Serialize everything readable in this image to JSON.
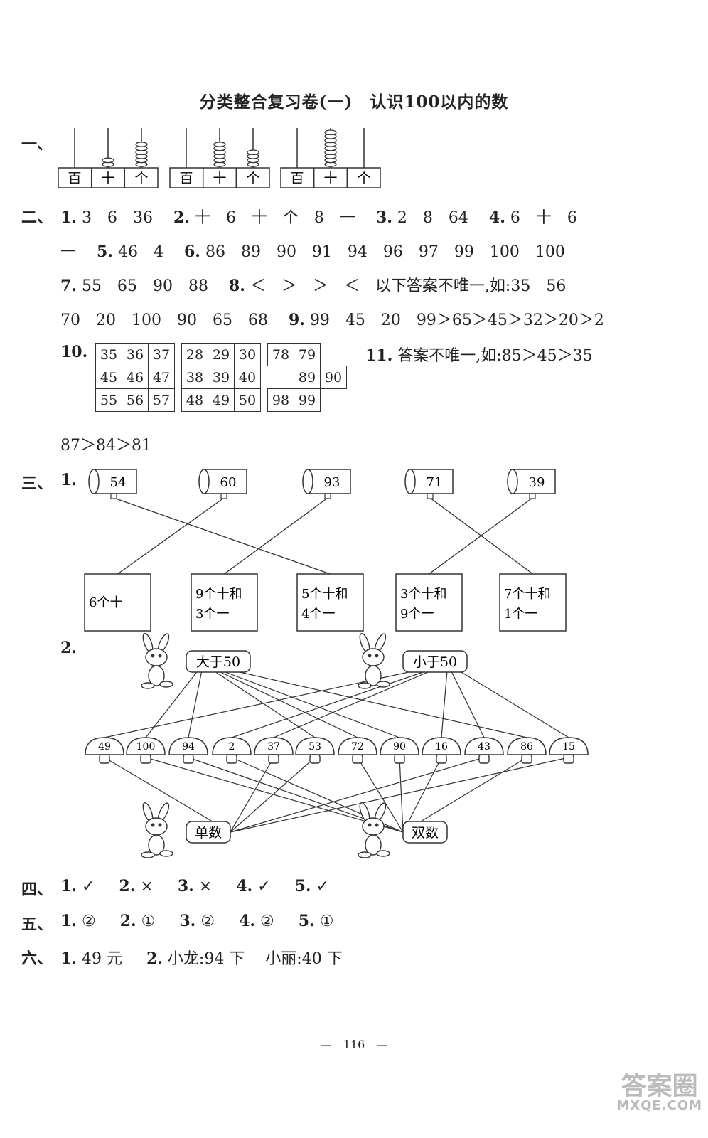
{
  "title": "分类整合复习卷(一)　认识100以内的数",
  "sections": {
    "s1": "一、",
    "s2": "二、",
    "s3": "三、",
    "s4": "四、",
    "s5": "五、",
    "s6": "六、"
  },
  "abacus": {
    "labels": [
      "百",
      "十",
      "个"
    ],
    "counters": [
      {
        "hundreds": 0,
        "tens": 2,
        "ones": 6
      },
      {
        "hundreds": 0,
        "tens": 6,
        "ones": 4
      },
      {
        "hundreds": 0,
        "tens": 9,
        "ones": 0
      }
    ]
  },
  "part2": {
    "line1": [
      {
        "num": "1.",
        "text": "3　6　36"
      },
      {
        "num": "2.",
        "text": "十　6　十　个　8　一"
      },
      {
        "num": "3.",
        "text": "2　8　64"
      },
      {
        "num": "4.",
        "text": "6　十　6"
      }
    ],
    "line2": [
      {
        "num": "",
        "text": "一"
      },
      {
        "num": "5.",
        "text": "46　4"
      },
      {
        "num": "6.",
        "text": "86　89　90　91　94　96　97　99　100　100"
      }
    ],
    "line3": [
      {
        "num": "7.",
        "text": "55　65　90　88"
      },
      {
        "num": "8.",
        "text": "＜　＞　＞　＜　以下答案不唯一,如:35　56"
      }
    ],
    "line4": [
      {
        "num": "",
        "text": "70　20　100　90　65　68"
      },
      {
        "num": "9.",
        "text": "99　45　20　99＞65＞45＞32＞20＞2"
      }
    ],
    "q10_label": "10.",
    "grid1": [
      [
        "35",
        "36",
        "37"
      ],
      [
        "45",
        "46",
        "47"
      ],
      [
        "55",
        "56",
        "57"
      ]
    ],
    "grid2": [
      [
        "28",
        "29",
        "30"
      ],
      [
        "38",
        "39",
        "40"
      ],
      [
        "48",
        "49",
        "50"
      ]
    ],
    "grid3": [
      [
        "78",
        "79",
        ""
      ],
      [
        "",
        "89",
        "90"
      ],
      [
        "98",
        "99",
        ""
      ]
    ],
    "q11_label": "11.",
    "q11_text": "答案不唯一,如:85＞45＞35",
    "q11_cont": "87＞84＞81"
  },
  "part3": {
    "q1_label": "1.",
    "drums": [
      "54",
      "60",
      "93",
      "71",
      "39"
    ],
    "boxes": [
      [
        "6个十"
      ],
      [
        "9个十和",
        "3个一"
      ],
      [
        "5个十和",
        "4个一"
      ],
      [
        "3个十和",
        "9个一"
      ],
      [
        "7个十和",
        "1个一"
      ]
    ],
    "q2_label": "2.",
    "rabbit_labels": {
      "greater": "大于50",
      "less": "小于50",
      "odd": "单数",
      "even": "双数"
    },
    "mushrooms": [
      "49",
      "100",
      "94",
      "2",
      "37",
      "53",
      "72",
      "90",
      "16",
      "43",
      "86",
      "15"
    ]
  },
  "part4": [
    {
      "num": "1.",
      "ans": "✓"
    },
    {
      "num": "2.",
      "ans": "×"
    },
    {
      "num": "3.",
      "ans": "×"
    },
    {
      "num": "4.",
      "ans": "✓"
    },
    {
      "num": "5.",
      "ans": "✓"
    }
  ],
  "part5": [
    {
      "num": "1.",
      "ans": "②"
    },
    {
      "num": "2.",
      "ans": "①"
    },
    {
      "num": "3.",
      "ans": "②"
    },
    {
      "num": "4.",
      "ans": "②"
    },
    {
      "num": "5.",
      "ans": "①"
    }
  ],
  "part6": [
    {
      "num": "1.",
      "ans": "49 元"
    },
    {
      "num": "2.",
      "ans": "小龙:94 下　 小丽:40 下"
    }
  ],
  "page_number": "116",
  "watermark": {
    "line1": "答案圈",
    "line2": "MXQE.COM"
  }
}
